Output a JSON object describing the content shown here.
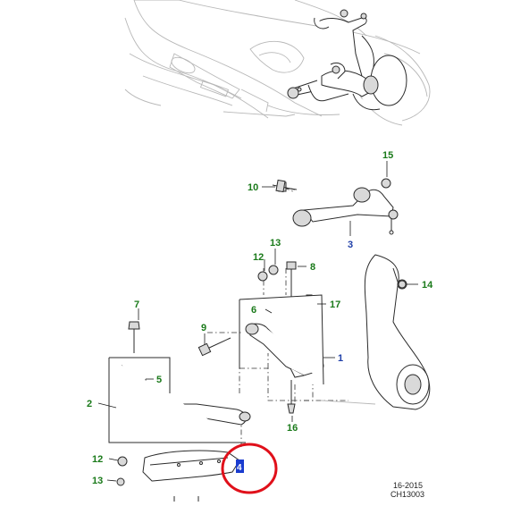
{
  "diagram": {
    "colors": {
      "green_callout": "#1a7a1a",
      "blue_callout": "#1f3fa8",
      "highlight_circle": "#e0101a",
      "highlight_box": "#1a3ccf"
    },
    "callouts": {
      "c15": "15",
      "c10": "10",
      "c3": "3",
      "c13a": "13",
      "c12a": "12",
      "c8": "8",
      "c14": "14",
      "c7": "7",
      "c6": "6",
      "c17": "17",
      "c9": "9",
      "c1": "1",
      "c5": "5",
      "c2": "2",
      "c16": "16",
      "c12b": "12",
      "c13b": "13",
      "c4": "4"
    },
    "footer": {
      "line1": "16-2015",
      "line2": "CH13003"
    }
  }
}
